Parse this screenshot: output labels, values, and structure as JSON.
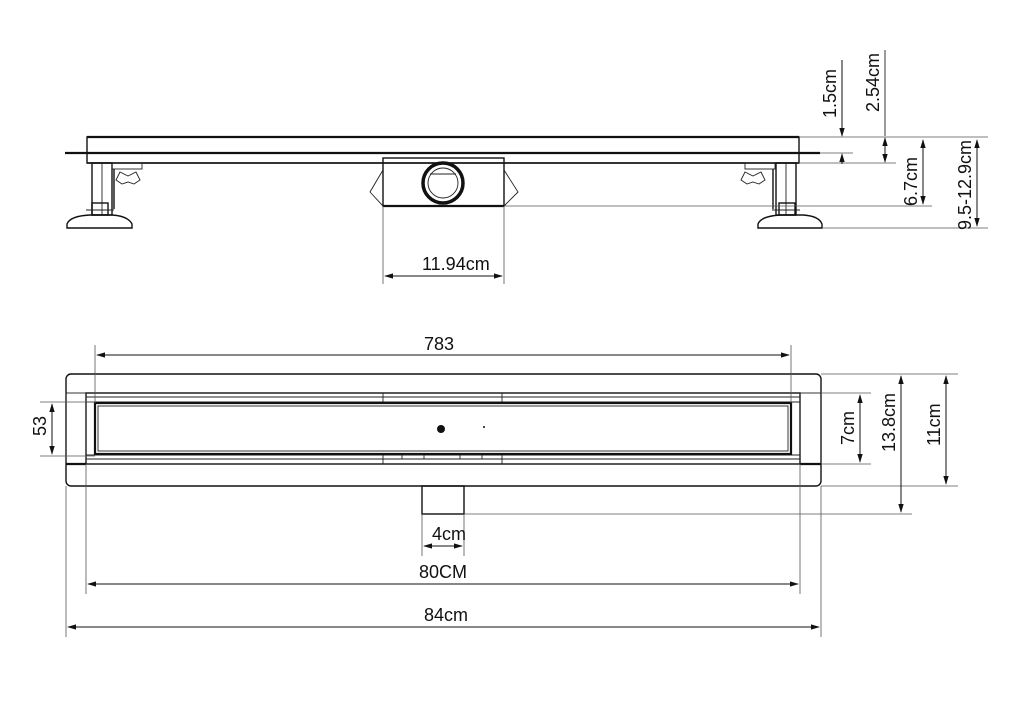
{
  "drawing": {
    "subject": "Linear shower drain technical drawing",
    "side_view": {
      "labels": {
        "outlet_width": "11.94cm",
        "grate_thickness": "1.5cm",
        "channel_top": "2.54cm",
        "body_height": "6.7cm",
        "adjustable_height": "9.5-12.9cm"
      }
    },
    "top_view": {
      "labels": {
        "grate_length": "783",
        "grate_width": "53",
        "inner_width": "7cm",
        "overall_with_outlet": "13.8cm",
        "flange_width": "11cm",
        "outlet_diameter": "4cm",
        "channel_length": "80CM",
        "overall_length": "84cm"
      }
    },
    "colors": {
      "line": "#111111",
      "background": "#ffffff"
    }
  }
}
